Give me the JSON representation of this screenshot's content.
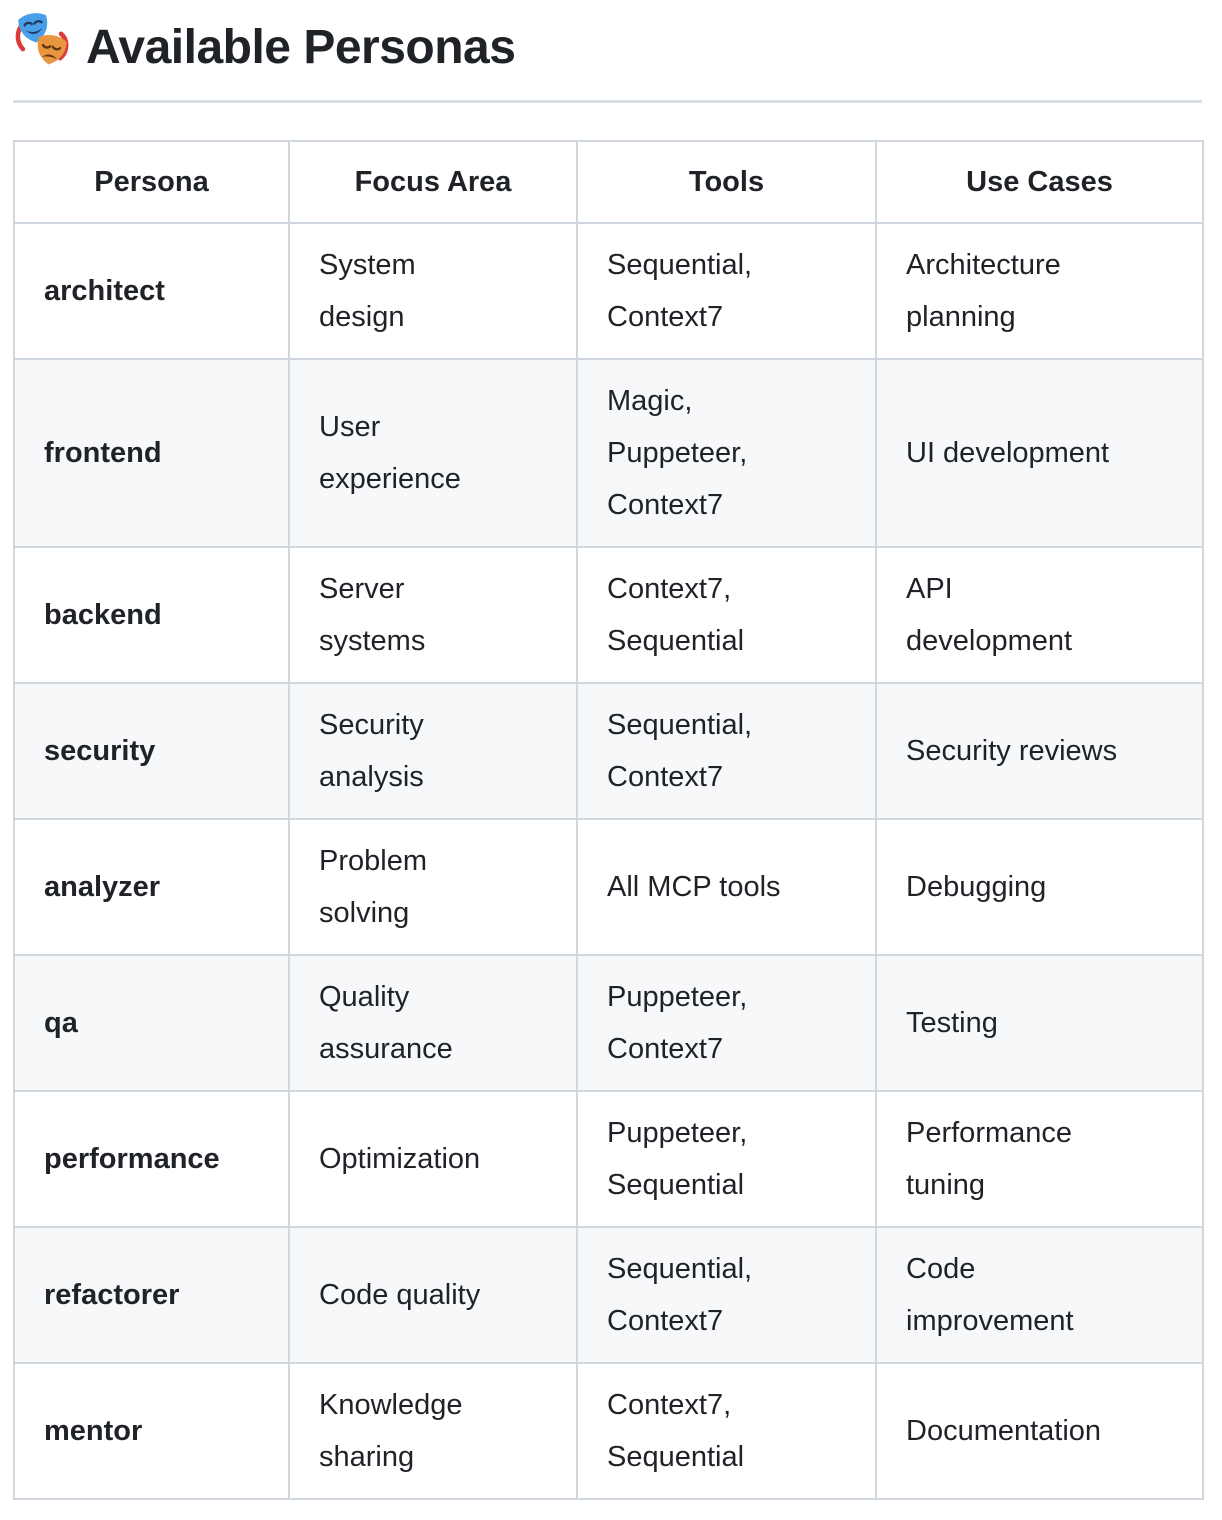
{
  "page": {
    "title": "Available Personas",
    "title_emoji": "🎭",
    "title_icon": "performing-arts-masks-icon"
  },
  "colors": {
    "text": "#1f2328",
    "table_border": "#d0d7de",
    "row_stripe": "#f6f8fa",
    "heading_divider": "#d8dee4",
    "background": "#ffffff",
    "mask_blue": "#4aa0e8",
    "mask_orange": "#e8963f",
    "ribbon_red": "#dd3b3b"
  },
  "table": {
    "columns": [
      "Persona",
      "Focus Area",
      "Tools",
      "Use Cases"
    ],
    "rows": [
      {
        "persona": "architect",
        "focus_area": "System\ndesign",
        "tools": "Sequential,\nContext7",
        "use_cases": "Architecture\nplanning"
      },
      {
        "persona": "frontend",
        "focus_area": "User\nexperience",
        "tools": "Magic,\nPuppeteer,\nContext7",
        "use_cases": "UI development"
      },
      {
        "persona": "backend",
        "focus_area": "Server\nsystems",
        "tools": "Context7,\nSequential",
        "use_cases": "API\ndevelopment"
      },
      {
        "persona": "security",
        "focus_area": "Security\nanalysis",
        "tools": "Sequential,\nContext7",
        "use_cases": "Security reviews"
      },
      {
        "persona": "analyzer",
        "focus_area": "Problem\nsolving",
        "tools": "All MCP tools",
        "use_cases": "Debugging"
      },
      {
        "persona": "qa",
        "focus_area": "Quality\nassurance",
        "tools": "Puppeteer,\nContext7",
        "use_cases": "Testing"
      },
      {
        "persona": "performance",
        "focus_area": "Optimization",
        "tools": "Puppeteer,\nSequential",
        "use_cases": "Performance\ntuning"
      },
      {
        "persona": "refactorer",
        "focus_area": "Code quality",
        "tools": "Sequential,\nContext7",
        "use_cases": "Code\nimprovement"
      },
      {
        "persona": "mentor",
        "focus_area": "Knowledge\nsharing",
        "tools": "Context7,\nSequential",
        "use_cases": "Documentation"
      }
    ]
  }
}
